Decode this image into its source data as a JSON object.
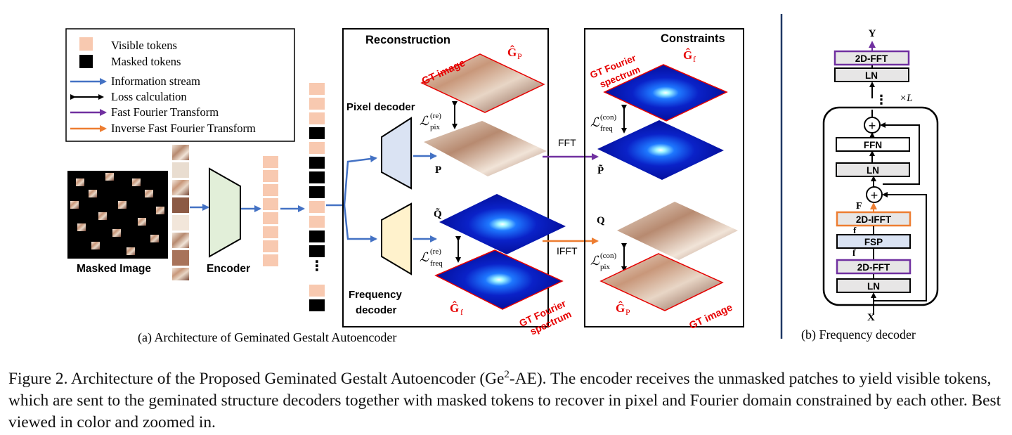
{
  "legend": {
    "visible": "Visible tokens",
    "masked": "Masked tokens",
    "info": "Information stream",
    "loss": "Loss calculation",
    "fft": "Fast Fourier Transform",
    "ifft": "Inverse Fast Fourier Transform"
  },
  "labels": {
    "masked_image": "Masked Image",
    "encoder": "Encoder",
    "dots": "⋮",
    "reconstruction": "Reconstruction",
    "constraints": "Constraints",
    "pixel_decoder": "Pixel decoder",
    "frequency_decoder_1": "Frequency",
    "frequency_decoder_2": "decoder",
    "gt_image": "GT image",
    "gt_fourier_1": "GT Fourier",
    "gt_fourier_2": "spectrum",
    "g_p": "Ĝ",
    "g_p_sub": "P",
    "g_f": "Ĝ",
    "g_f_sub": "f",
    "p": "P",
    "p_tilde": "P̃",
    "q": "Q",
    "q_tilde": "Q̃",
    "fft": "FFT",
    "ifft": "IFFT",
    "l_re": "ℒ",
    "l_re_sup": "(re)",
    "pix": "pix",
    "freq": "freq",
    "l_con_sup": "(con)"
  },
  "freq_decoder": {
    "y": "Y",
    "x": "X",
    "f_upper": "F",
    "f_lower": "f",
    "f_hat": "f̂",
    "times_l": "×L",
    "block_fft_top": "2D-FFT",
    "block_ln_top": "LN",
    "block_ffn": "FFN",
    "block_ln_mid": "LN",
    "block_ifft": "2D-IFFT",
    "block_fsp": "FSP",
    "block_fft_bottom": "2D-FFT",
    "block_ln_bottom": "LN",
    "vdots": "⋮",
    "plus": "+"
  },
  "captions": {
    "a": "(a) Architecture of Geminated Gestalt Autoencoder",
    "b": "(b) Frequency decoder"
  },
  "figure_caption": {
    "prefix": "Figure 2.  Architecture of the Proposed Geminated Gestalt Autoencoder (Ge",
    "sup": "2",
    "suffix": "-AE). The encoder receives the unmasked patches to yield visible tokens, which are sent to the geminated structure decoders together with masked tokens to recover in pixel and Fourier domain constrained by each other. Best viewed in color and zoomed in."
  },
  "colors": {
    "visible_token": "#f8c9b0",
    "masked_token": "#000000",
    "info_arrow": "#4472c4",
    "fft_arrow": "#7030a0",
    "ifft_arrow": "#ed7d31",
    "encoder_fill": "#e2efd9",
    "pixel_decoder_fill": "#dae3f3",
    "freq_decoder_fill": "#fff2cc",
    "red_label": "#e60000",
    "ln_fill": "#e7e6e6",
    "fsp_fill": "#dae3f3"
  }
}
